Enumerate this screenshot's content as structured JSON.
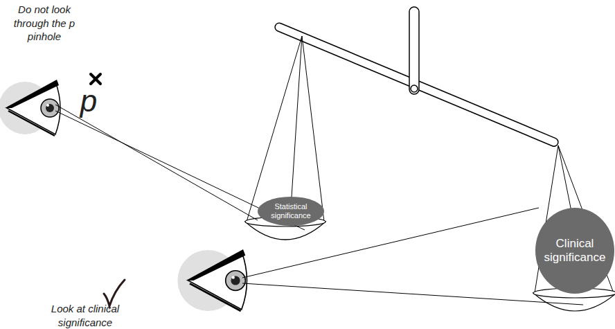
{
  "diagram": {
    "nodes": [
      {
        "text": [
          "Statistical significance"
        ]
      },
      {
        "text": [
          "Clinical significance"
        ]
      }
    ],
    "labels": [
      "Do not look through the p pinhole",
      "p",
      "Look at clinical significance"
    ]
  }
}
